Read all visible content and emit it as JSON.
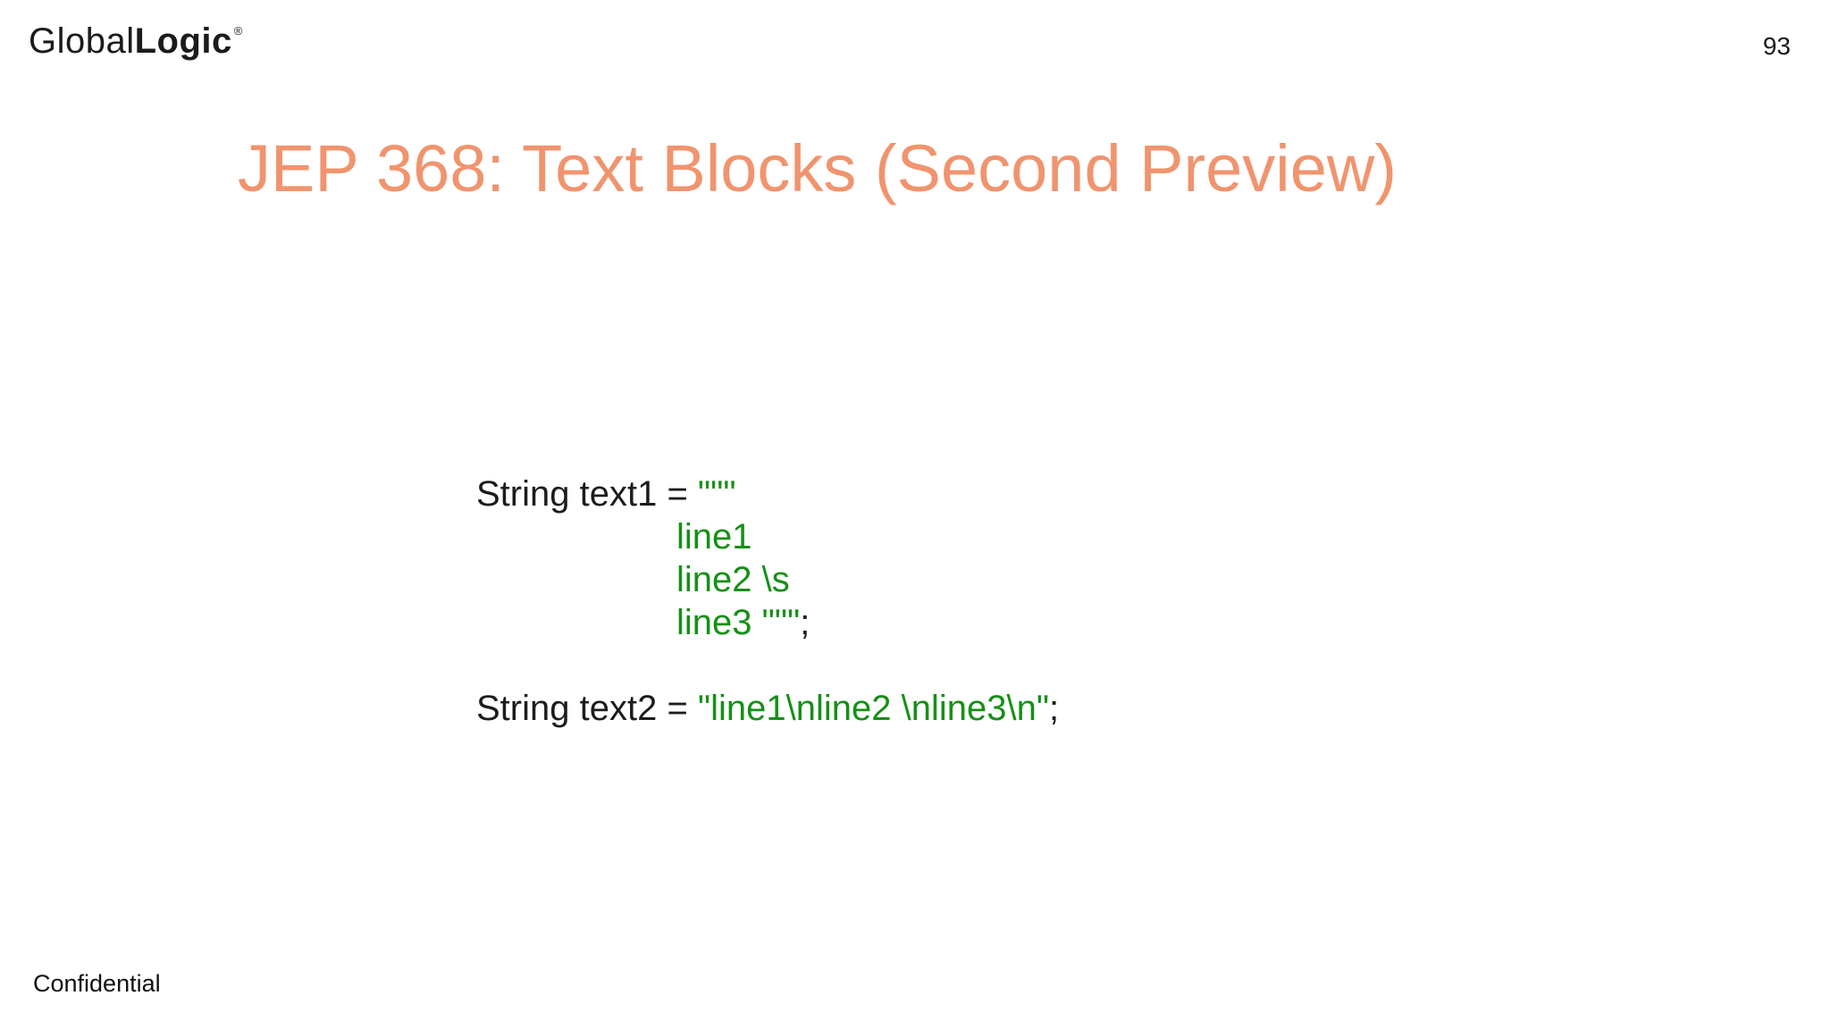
{
  "header": {
    "logo": {
      "global": "Global",
      "logic": "Logic",
      "registered": "®"
    },
    "page_number": "93"
  },
  "title": "JEP 368: Text Blocks (Second Preview)",
  "colors": {
    "title_orange": "#F0946E",
    "code_green": "#159015",
    "code_black": "#1c1c1c",
    "background": "#ffffff"
  },
  "code_block1": {
    "line1_black": "String text1 = ",
    "line1_green": "\"\"\"",
    "line2_green": "line1",
    "line3_green": "line2 \\s",
    "line4_green": "line3 \"\"\"",
    "line4_black": ";"
  },
  "code_block2": {
    "black_prefix": "String text2 = ",
    "green_string": "\"line1\\nline2 \\nline3\\n\"",
    "black_suffix": ";"
  },
  "footer": {
    "confidential": "Confidential"
  }
}
